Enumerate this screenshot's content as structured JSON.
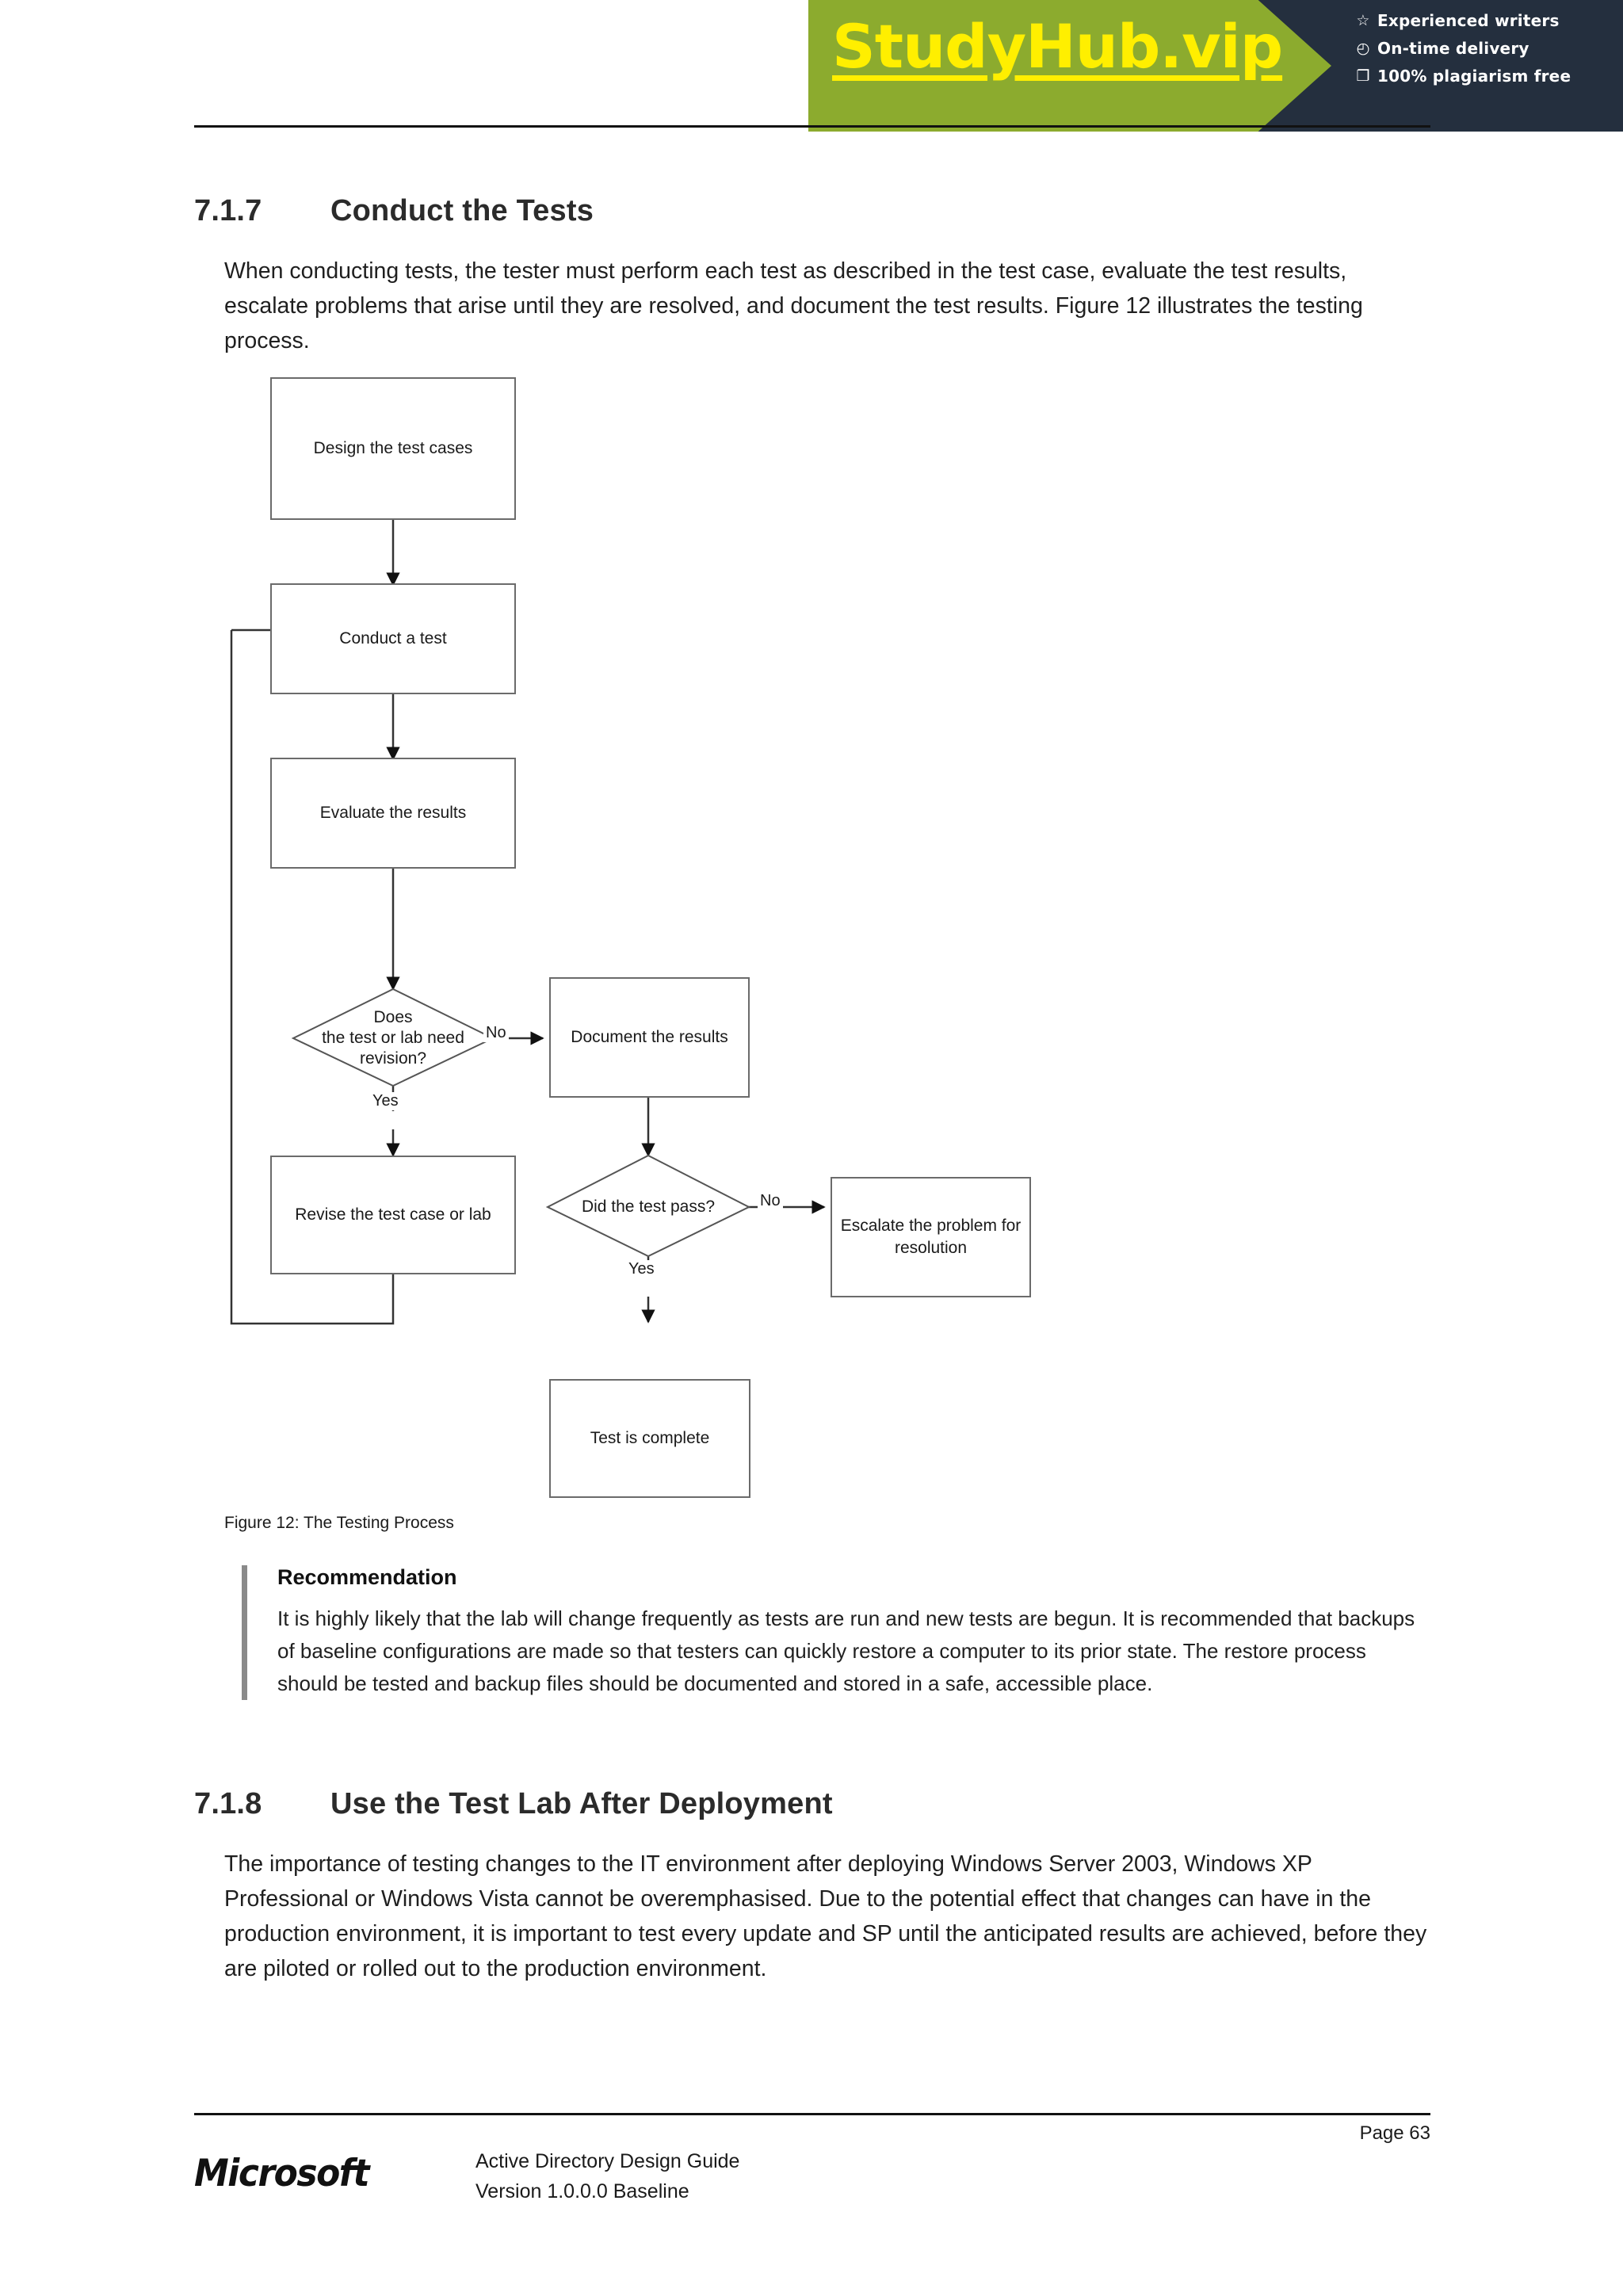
{
  "promo_banner": {
    "wordmark": "StudyHub.vip",
    "green_color": "#8cab2e",
    "dark_color": "#242f3e",
    "wordmark_color": "#ffef00",
    "features": [
      {
        "icon": "star-icon",
        "glyph": "☆",
        "label": "Experienced writers"
      },
      {
        "icon": "clock-icon",
        "glyph": "◴",
        "label": "On-time delivery"
      },
      {
        "icon": "document-copy-icon",
        "glyph": "❐",
        "label": "100% plagiarism free"
      }
    ]
  },
  "sections": {
    "first": {
      "number": "7.1.7",
      "title": "Conduct the Tests",
      "paragraph": "When conducting tests, the tester must perform each test as described in the test case, evaluate the test results, escalate problems that arise until they are resolved, and document the test results. Figure 12 illustrates the testing process."
    },
    "second": {
      "number": "7.1.8",
      "title": "Use the Test Lab After Deployment",
      "paragraph": "The importance of testing changes to the IT environment after deploying Windows Server 2003, Windows XP Professional or Windows Vista cannot be overemphasised. Due to the potential effect that changes can have in the production environment, it is important to test every update and SP until the anticipated results are achieved, before they are piloted or rolled out to the production environment."
    }
  },
  "figure": {
    "caption": "Figure 12: The Testing Process",
    "nodes": {
      "design": "Design the test cases",
      "conduct": "Conduct a test",
      "evaluate": "Evaluate the results",
      "decision_revision": "Does\nthe test or lab need\nrevision?",
      "decision_revision_line1": "Does",
      "decision_revision_line2": "the test or lab need",
      "decision_revision_line3": "revision?",
      "document": "Document the results",
      "revise": "Revise the test case or lab",
      "decision_pass": "Did the test pass?",
      "escalate": "Escalate the problem for resolution",
      "complete": "Test is complete"
    },
    "edge_labels": {
      "revision_no": "No",
      "revision_yes": "Yes",
      "pass_no": "No",
      "pass_yes": "Yes"
    }
  },
  "recommendation": {
    "title": "Recommendation",
    "body": "It is highly likely that the lab will change frequently as tests are run and new tests are begun. It is recommended that backups of baseline configurations are made so that testers can quickly restore a computer to its prior state. The restore process should be tested and backup files should be documented and stored in a safe, accessible place."
  },
  "footer": {
    "page_number": "Page 63",
    "logo_text": "Microsoft",
    "document_title": "Active Directory Design Guide",
    "version": "Version 1.0.0.0 Baseline"
  }
}
